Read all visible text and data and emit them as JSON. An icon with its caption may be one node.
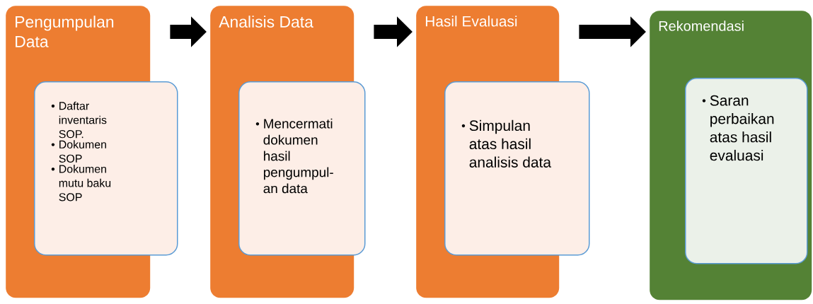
{
  "diagram": {
    "nodes": [
      {
        "text": [
          "Pengumpulan Data"
        ]
      },
      {
        "text": [
          "Daftar inventaris SOP.",
          "Dokumen SOP",
          "Dokumen mutu baku SOP"
        ]
      },
      {
        "text": [
          "Analisis Data"
        ]
      },
      {
        "text": [
          "Mencermati dokumen hasil pengumpul-an data"
        ]
      },
      {
        "text": [
          "Hasil Evaluasi"
        ]
      },
      {
        "text": [
          "Simpulan atas hasil analisis data"
        ]
      },
      {
        "text": [
          "Rekomendasi"
        ]
      },
      {
        "text": [
          "Saran perbaikan atas hasil evaluasi"
        ],
        "in": 6
      }
    ],
    "edges": [
      {
        "from": 0,
        "to": 2,
        "arrow": "to"
      },
      {
        "from": 2,
        "to": 4,
        "arrow": "to"
      },
      {
        "from": 4,
        "to": 6,
        "arrow": "to"
      }
    ]
  }
}
